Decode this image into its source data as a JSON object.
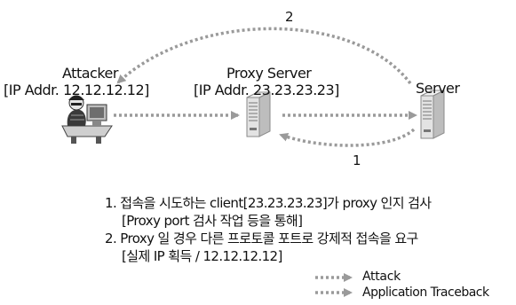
{
  "attacker": {
    "name": "Attacker",
    "addr": "[IP Addr. 12.12.12.12]"
  },
  "proxy": {
    "name": "Proxy Server",
    "addr": "[IP Addr. 23.23.23.23]"
  },
  "server": {
    "name": "Server"
  },
  "arrow_labels": {
    "top": "2",
    "bottom": "1"
  },
  "steps": [
    "1. 접속을 시도하는 client[23.23.23.23]가 proxy 인지 검사",
    "[Proxy port 검사 작업 등을 통해]",
    "2. Proxy 일 경우 다른 프로토콜 포트로 강제적 접속을 요구",
    "[실제 IP 획득 / 12.12.12.12]"
  ],
  "legend": {
    "attack": "Attack",
    "traceback": "Application Traceback"
  },
  "colors": {
    "arrow": "#9a9a9a",
    "server_body": "#e3e3e3",
    "server_edge": "#8a8a8a"
  }
}
